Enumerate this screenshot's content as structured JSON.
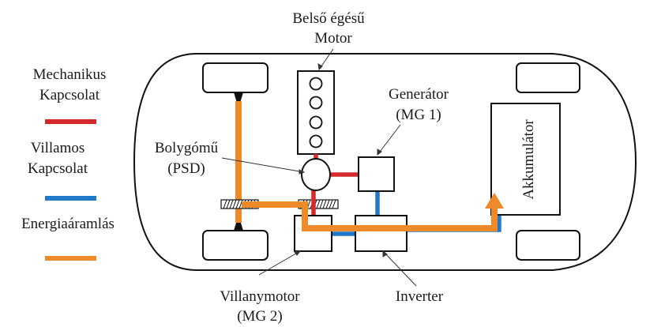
{
  "colors": {
    "mechanical": "#d42a2a",
    "electrical": "#1f78c8",
    "energy_flow": "#ee8a2a",
    "outline": "#111111"
  },
  "legend": {
    "mechanical": {
      "line1": "Mechanikus",
      "line2": "Kapcsolat"
    },
    "electrical": {
      "line1": "Villamos",
      "line2": "Kapcsolat"
    },
    "energy_flow": {
      "line1": "Energiaáramlás"
    }
  },
  "labels": {
    "engine": {
      "line1": "Belső égésű",
      "line2": "Motor"
    },
    "generator": {
      "line1": "Generátor",
      "line2": "(MG 1)"
    },
    "psd": {
      "line1": "Bolygómű",
      "line2": "(PSD)"
    },
    "battery": "Akkumulátor",
    "motor": {
      "line1": "Villanymotor",
      "line2": "(MG 2)"
    },
    "inverter": "Inverter"
  }
}
